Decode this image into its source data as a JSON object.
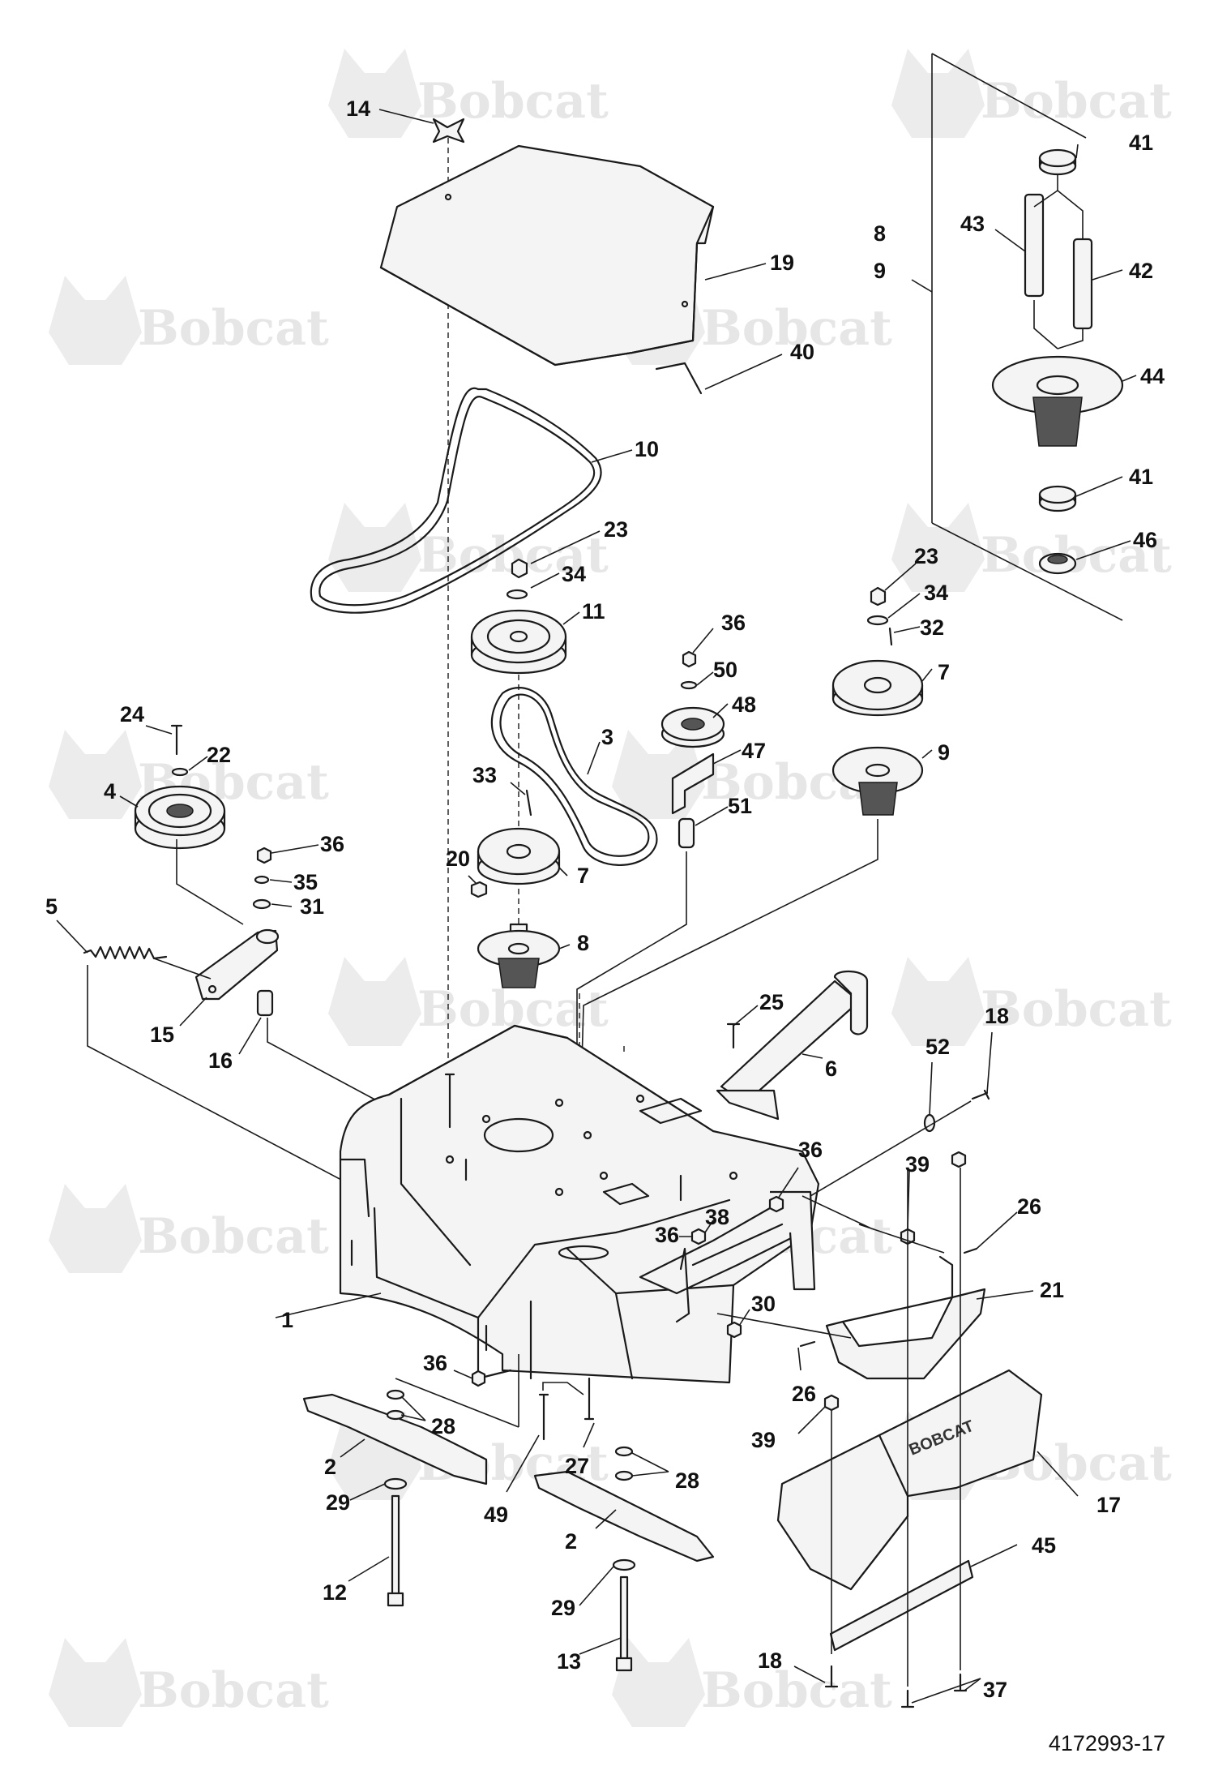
{
  "brand": {
    "watermark": "Bobcat",
    "decal": "BOBCAT"
  },
  "drawing_number": "4172993-17",
  "callouts": [
    {
      "id": "c1",
      "text": "1"
    },
    {
      "id": "c2a",
      "text": "2"
    },
    {
      "id": "c2b",
      "text": "2"
    },
    {
      "id": "c3",
      "text": "3"
    },
    {
      "id": "c4",
      "text": "4"
    },
    {
      "id": "c5",
      "text": "5"
    },
    {
      "id": "c6",
      "text": "6"
    },
    {
      "id": "c7a",
      "text": "7"
    },
    {
      "id": "c7b",
      "text": "7"
    },
    {
      "id": "c8a",
      "text": "8"
    },
    {
      "id": "c8b",
      "text": "8"
    },
    {
      "id": "c9a",
      "text": "9"
    },
    {
      "id": "c9b",
      "text": "9"
    },
    {
      "id": "c10",
      "text": "10"
    },
    {
      "id": "c11",
      "text": "11"
    },
    {
      "id": "c12",
      "text": "12"
    },
    {
      "id": "c13",
      "text": "13"
    },
    {
      "id": "c14",
      "text": "14"
    },
    {
      "id": "c15",
      "text": "15"
    },
    {
      "id": "c16",
      "text": "16"
    },
    {
      "id": "c17",
      "text": "17"
    },
    {
      "id": "c18a",
      "text": "18"
    },
    {
      "id": "c18b",
      "text": "18"
    },
    {
      "id": "c19",
      "text": "19"
    },
    {
      "id": "c20",
      "text": "20"
    },
    {
      "id": "c21",
      "text": "21"
    },
    {
      "id": "c22",
      "text": "22"
    },
    {
      "id": "c23a",
      "text": "23"
    },
    {
      "id": "c23b",
      "text": "23"
    },
    {
      "id": "c24",
      "text": "24"
    },
    {
      "id": "c25",
      "text": "25"
    },
    {
      "id": "c26a",
      "text": "26"
    },
    {
      "id": "c26b",
      "text": "26"
    },
    {
      "id": "c27",
      "text": "27"
    },
    {
      "id": "c28a",
      "text": "28"
    },
    {
      "id": "c28b",
      "text": "28"
    },
    {
      "id": "c29a",
      "text": "29"
    },
    {
      "id": "c29b",
      "text": "29"
    },
    {
      "id": "c30",
      "text": "30"
    },
    {
      "id": "c31",
      "text": "31"
    },
    {
      "id": "c32",
      "text": "32"
    },
    {
      "id": "c33",
      "text": "33"
    },
    {
      "id": "c34a",
      "text": "34"
    },
    {
      "id": "c34b",
      "text": "34"
    },
    {
      "id": "c35",
      "text": "35"
    },
    {
      "id": "c36a",
      "text": "36"
    },
    {
      "id": "c36b",
      "text": "36"
    },
    {
      "id": "c36c",
      "text": "36"
    },
    {
      "id": "c36d",
      "text": "36"
    },
    {
      "id": "c36e",
      "text": "36"
    },
    {
      "id": "c37",
      "text": "37"
    },
    {
      "id": "c38",
      "text": "38"
    },
    {
      "id": "c39a",
      "text": "39"
    },
    {
      "id": "c39b",
      "text": "39"
    },
    {
      "id": "c40",
      "text": "40"
    },
    {
      "id": "c41a",
      "text": "41"
    },
    {
      "id": "c41b",
      "text": "41"
    },
    {
      "id": "c42",
      "text": "42"
    },
    {
      "id": "c43",
      "text": "43"
    },
    {
      "id": "c44",
      "text": "44"
    },
    {
      "id": "c45",
      "text": "45"
    },
    {
      "id": "c46",
      "text": "46"
    },
    {
      "id": "c47",
      "text": "47"
    },
    {
      "id": "c48",
      "text": "48"
    },
    {
      "id": "c49",
      "text": "49"
    },
    {
      "id": "c50",
      "text": "50"
    },
    {
      "id": "c51",
      "text": "51"
    },
    {
      "id": "c52",
      "text": "52"
    }
  ]
}
